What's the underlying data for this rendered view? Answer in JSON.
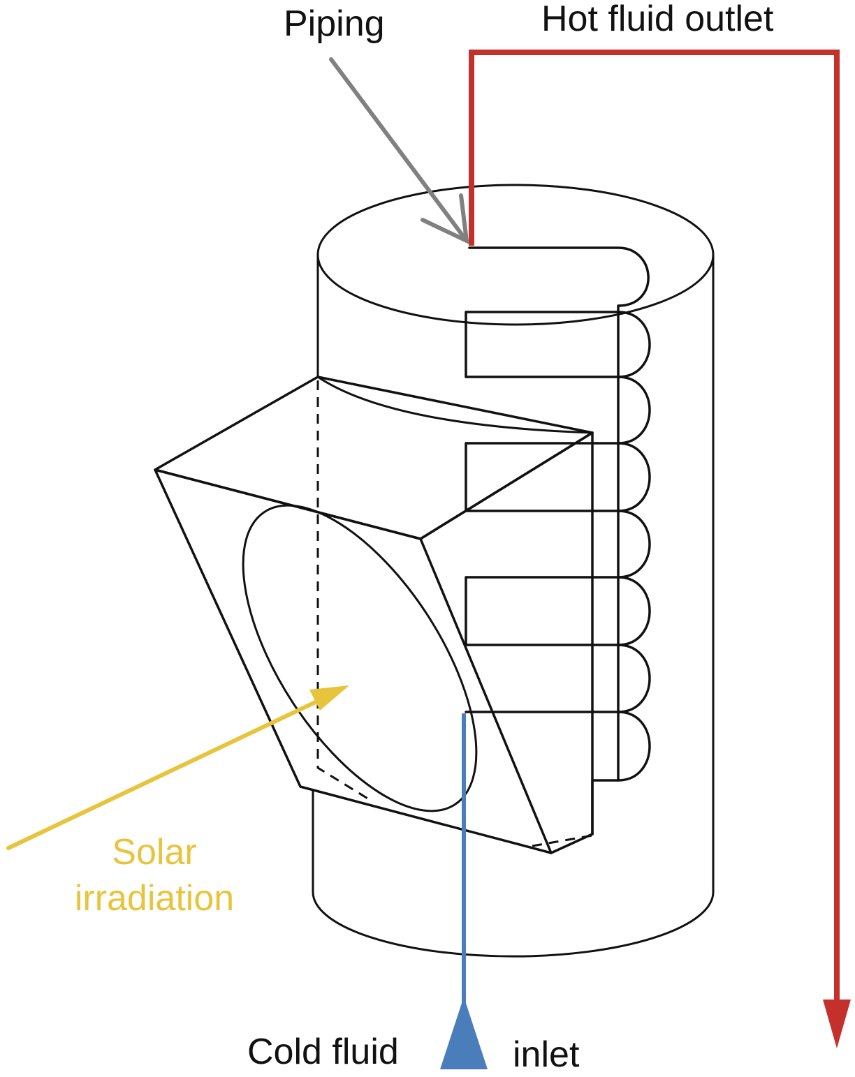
{
  "labels": {
    "piping": "Piping",
    "hot_outlet": "Hot fluid outlet",
    "solar_line1": "Solar",
    "solar_line2": "irradiation",
    "cold_fluid": "Cold fluid",
    "inlet": "inlet"
  },
  "colors": {
    "hot_line": "#c4302b",
    "cold_line": "#4a7ebb",
    "solar_arrow": "#e8c43c",
    "pointer": "#808080",
    "outline": "#111111"
  }
}
